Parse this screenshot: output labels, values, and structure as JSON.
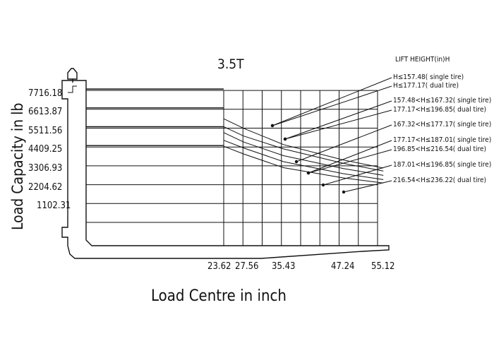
{
  "chart_data": {
    "type": "line",
    "title": "3.5T",
    "xlabel": "Load Centre in inch",
    "ylabel": "Load Capacity in lb",
    "x_ticks": [
      "23.62",
      "27.56",
      "35.43",
      "47.24",
      "55.12"
    ],
    "y_ticks": [
      "7716.18",
      "6613.87",
      "5511.56",
      "4409.25",
      "3306.93",
      "2204.62",
      "1102.31"
    ],
    "legend_title": "LIFT HEIGHT(in)H",
    "legend_position": "right",
    "grid": true,
    "series": [
      {
        "name": "H≤157.48( single tire)",
        "x": [
          23.62,
          27.56,
          35.43,
          47.24,
          55.12
        ],
        "y": [
          6063,
          5500,
          4550,
          3650,
          3180
        ]
      },
      {
        "name": "H≤177.17( dual tire)",
        "x": [
          23.62,
          27.56,
          35.43,
          47.24,
          55.12
        ],
        "y": [
          6063,
          5500,
          4550,
          3650,
          3180
        ]
      },
      {
        "name": "157.48<H≤167.32( single tire)",
        "x": [
          23.62,
          27.56,
          35.43,
          47.24,
          55.12
        ],
        "y": [
          5600,
          5050,
          4300,
          3450,
          3000
        ]
      },
      {
        "name": "177.17<H≤196.85( dual tire)",
        "x": [
          23.62,
          27.56,
          35.43,
          47.24,
          55.12
        ],
        "y": [
          5600,
          5050,
          4300,
          3450,
          3000
        ]
      },
      {
        "name": "167.32<H≤177.17( single tire)",
        "x": [
          23.62,
          27.56,
          35.43,
          47.24,
          55.12
        ],
        "y": [
          5250,
          4700,
          3900,
          3150,
          2750
        ]
      },
      {
        "name": "177.17<H≤187.01( single tire)",
        "x": [
          23.62,
          27.56,
          35.43,
          47.24,
          55.12
        ],
        "y": [
          4800,
          4350,
          3550,
          2850,
          2500
        ]
      },
      {
        "name": "196.85<H≤216.54( dual tire)",
        "x": [
          23.62,
          27.56,
          35.43,
          47.24,
          55.12
        ],
        "y": [
          4800,
          4350,
          3550,
          2850,
          2500
        ]
      },
      {
        "name": "187.01<H≤196.85( single tire)",
        "x": [
          23.62,
          27.56,
          35.43,
          47.24,
          55.12
        ],
        "y": [
          4450,
          4000,
          3200,
          2600,
          2300
        ]
      },
      {
        "name": "216.54<H≤236.22( dual tire)",
        "x": [
          23.62,
          27.56,
          35.43,
          47.24,
          55.12
        ],
        "y": [
          4450,
          4000,
          3200,
          2600,
          2300
        ]
      }
    ]
  }
}
